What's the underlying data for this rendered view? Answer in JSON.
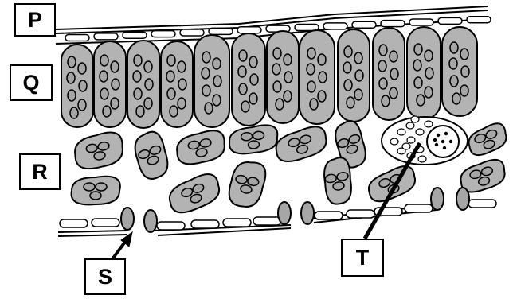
{
  "labels": {
    "p": "P",
    "q": "Q",
    "r": "R",
    "s": "S",
    "t": "T"
  },
  "colors": {
    "cell_fill": "#b3b3b3",
    "chloroplast_fill": "#a6a6a6",
    "outline": "#000000",
    "background": "#ffffff"
  }
}
